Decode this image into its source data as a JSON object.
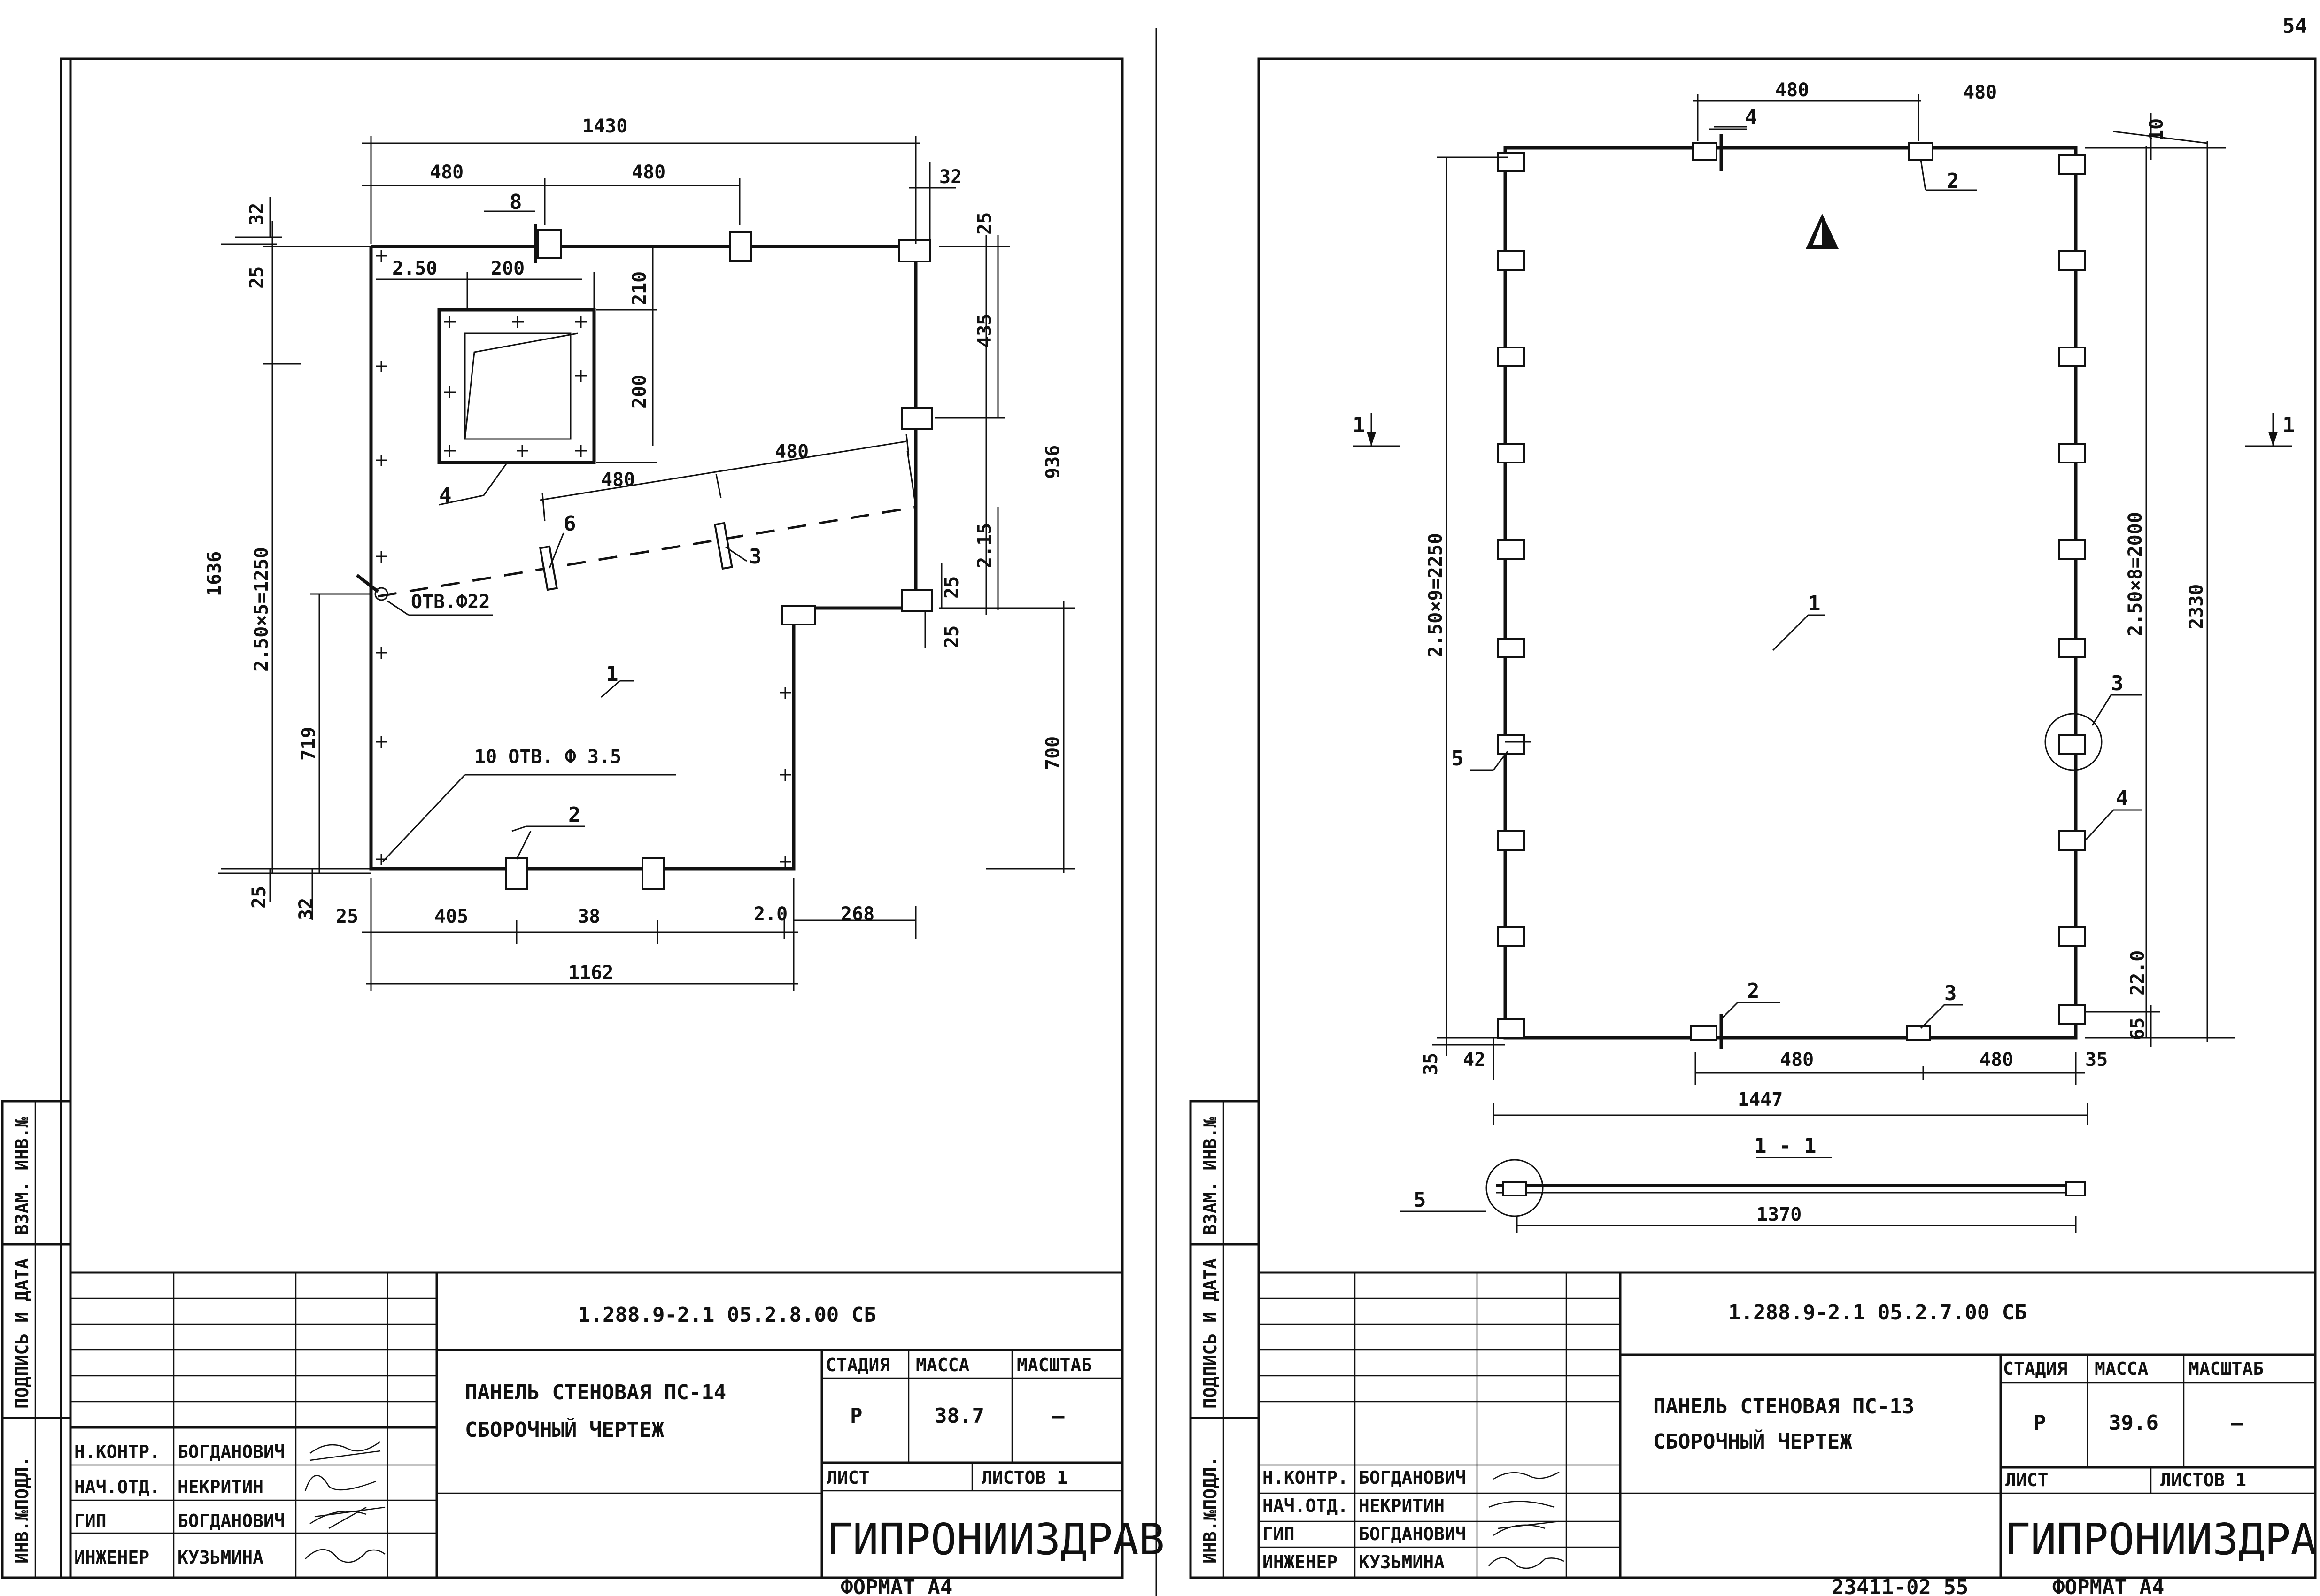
{
  "page": {
    "number": "54",
    "bottom_number": "23411-02 55"
  },
  "left_sheet": {
    "doc_code": "1.288.9-2.1  05.2.8.00 СБ",
    "title_1": "ПАНЕЛЬ СТЕНОВАЯ ПС-14",
    "title_2": "СБОРОЧНЫЙ ЧЕРТЕЖ",
    "h_stage": "СТАДИЯ",
    "h_mass": "МАССА",
    "h_scale": "МАСШТАБ",
    "stage": "Р",
    "mass": "38.7",
    "scale": "—",
    "sheet": "ЛИСТ",
    "sheets": "ЛИСТОВ 1",
    "org": "ГИПРОНИИЗДРАВ",
    "format": "ФОРМАТ А4",
    "roles": [
      {
        "role": "Н.КОНТР.",
        "name": "БОГДАНОВИЧ"
      },
      {
        "role": "НАЧ.ОТД.",
        "name": "НЕКРИТИН"
      },
      {
        "role": "ГИП",
        "name": "БОГДАНОВИЧ"
      },
      {
        "role": "ИНЖЕНЕР",
        "name": "КУЗЬМИНА"
      }
    ],
    "side": {
      "a": "ИНВ.№ПОДЛ.",
      "b": "ПОДПИСЬ И ДАТА",
      "c": "ВЗАМ. ИНВ.№"
    },
    "dims": {
      "d1430": "1430",
      "d480a": "480",
      "d480b": "480",
      "d32t": "32",
      "d32tl": "32",
      "d25tl": "25",
      "d250": "2.50",
      "d200w": "200",
      "d210": "210",
      "d200h": "200",
      "d25r": "25",
      "d435": "435",
      "d936": "936",
      "d480c": "480",
      "d480d": "480",
      "d215": "2.15",
      "d25m1": "25",
      "d25m2": "25",
      "d1636": "1636",
      "d250x5": "2.50×5=1250",
      "d719": "719",
      "d700": "700",
      "d25bl": "25",
      "d32bl": "32",
      "d25b": "25",
      "d405": "405",
      "d38": "38",
      "d20": "2.0",
      "d268": "268",
      "d1162": "1162"
    },
    "notes": {
      "hole22": "ОТВ.Ф22",
      "holes35": "10 ОТВ. Ф 3.5"
    },
    "marks": {
      "m1": "1",
      "m2": "2",
      "m3": "3",
      "m4": "4",
      "m6": "6",
      "m8": "8"
    }
  },
  "right_sheet": {
    "doc_code": "1.288.9-2.1  05.2.7.00 СБ",
    "title_1": "ПАНЕЛЬ СТЕНОВАЯ ПС-13",
    "title_2": "СБОРОЧНЫЙ ЧЕРТЕЖ",
    "h_stage": "СТАДИЯ",
    "h_mass": "МАССА",
    "h_scale": "МАСШТАБ",
    "stage": "Р",
    "mass": "39.6",
    "scale": "—",
    "sheet": "ЛИСТ",
    "sheets": "ЛИСТОВ 1",
    "org": "ГИПРОНИИЗДРАВ",
    "format": "ФОРМАТ А4",
    "roles": [
      {
        "role": "Н.КОНТР.",
        "name": "БОГДАНОВИЧ"
      },
      {
        "role": "НАЧ.ОТД.",
        "name": "НЕКРИТИН"
      },
      {
        "role": "ГИП",
        "name": "БОГДАНОВИЧ"
      },
      {
        "role": "ИНЖЕНЕР",
        "name": "КУЗЬМИНА"
      }
    ],
    "side": {
      "a": "ИНВ.№ПОДЛ.",
      "b": "ПОДПИСЬ И ДАТА",
      "c": "ВЗАМ. ИНВ.№"
    },
    "dims": {
      "d480a": "480",
      "d480b": "480",
      "d10": "10",
      "d250x9": "2.50×9=2250",
      "d250x8": "2.50×8=2000",
      "d2330": "2330",
      "d220": "22.0",
      "d65": "65",
      "d35l": "35",
      "d42": "42",
      "d480c": "480",
      "d480d": "480",
      "d35r": "35",
      "d1447": "1447",
      "d1370": "1370"
    },
    "section": "1 - 1",
    "sec_mark_l": "1",
    "sec_mark_r": "1",
    "marks": {
      "m1": "1",
      "m2t": "2",
      "m2b": "2",
      "m3r": "3",
      "m3b": "3",
      "m4t": "4",
      "m4r": "4",
      "m5": "5",
      "m5s": "5"
    }
  }
}
